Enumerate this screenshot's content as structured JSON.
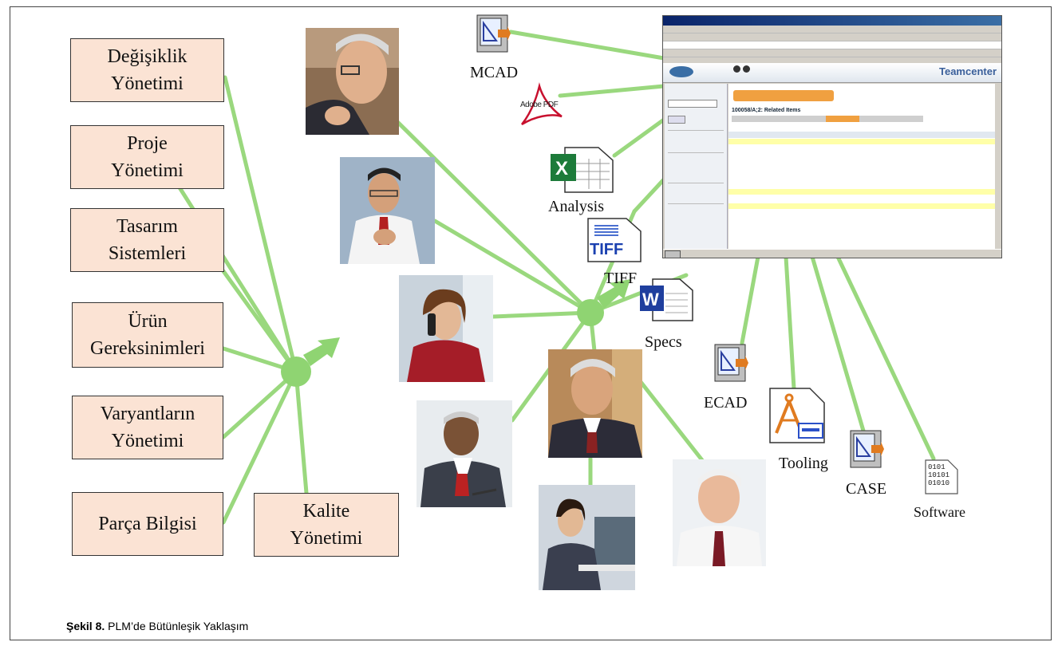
{
  "categories": [
    {
      "lines": [
        "Değişiklik",
        "Yönetimi"
      ]
    },
    {
      "lines": [
        "Proje",
        "Yönetimi"
      ]
    },
    {
      "lines": [
        "Tasarım",
        "Sistemleri"
      ]
    },
    {
      "lines": [
        "Ürün",
        "Gereksinimleri"
      ]
    },
    {
      "lines": [
        "Varyantların",
        "Yönetimi"
      ]
    },
    {
      "lines": [
        "Parça Bilgisi"
      ]
    },
    {
      "lines": [
        "Kalite",
        "Yönetimi"
      ]
    }
  ],
  "tools": {
    "mcad": "MCAD",
    "analysis": "Analysis",
    "tiff": "TIFF",
    "tiff_badge": "TIFF",
    "specs": "Specs",
    "ecad": "ECAD",
    "tooling": "Tooling",
    "case": "CASE",
    "software": "Software",
    "software_bits": "0101\n10101\n01010",
    "adobe": "Adobe PDF"
  },
  "app_window": {
    "brand": "Teamcenter",
    "related_items_title": "100058/A;2: Related Items"
  },
  "caption": {
    "label": "Şekil 8.",
    "text": " PLM’de Bütünleşik Yaklaşım"
  },
  "colors": {
    "connector": "#9ad87e",
    "hub": "#8fd472",
    "box_fill": "#fbe3d4"
  }
}
